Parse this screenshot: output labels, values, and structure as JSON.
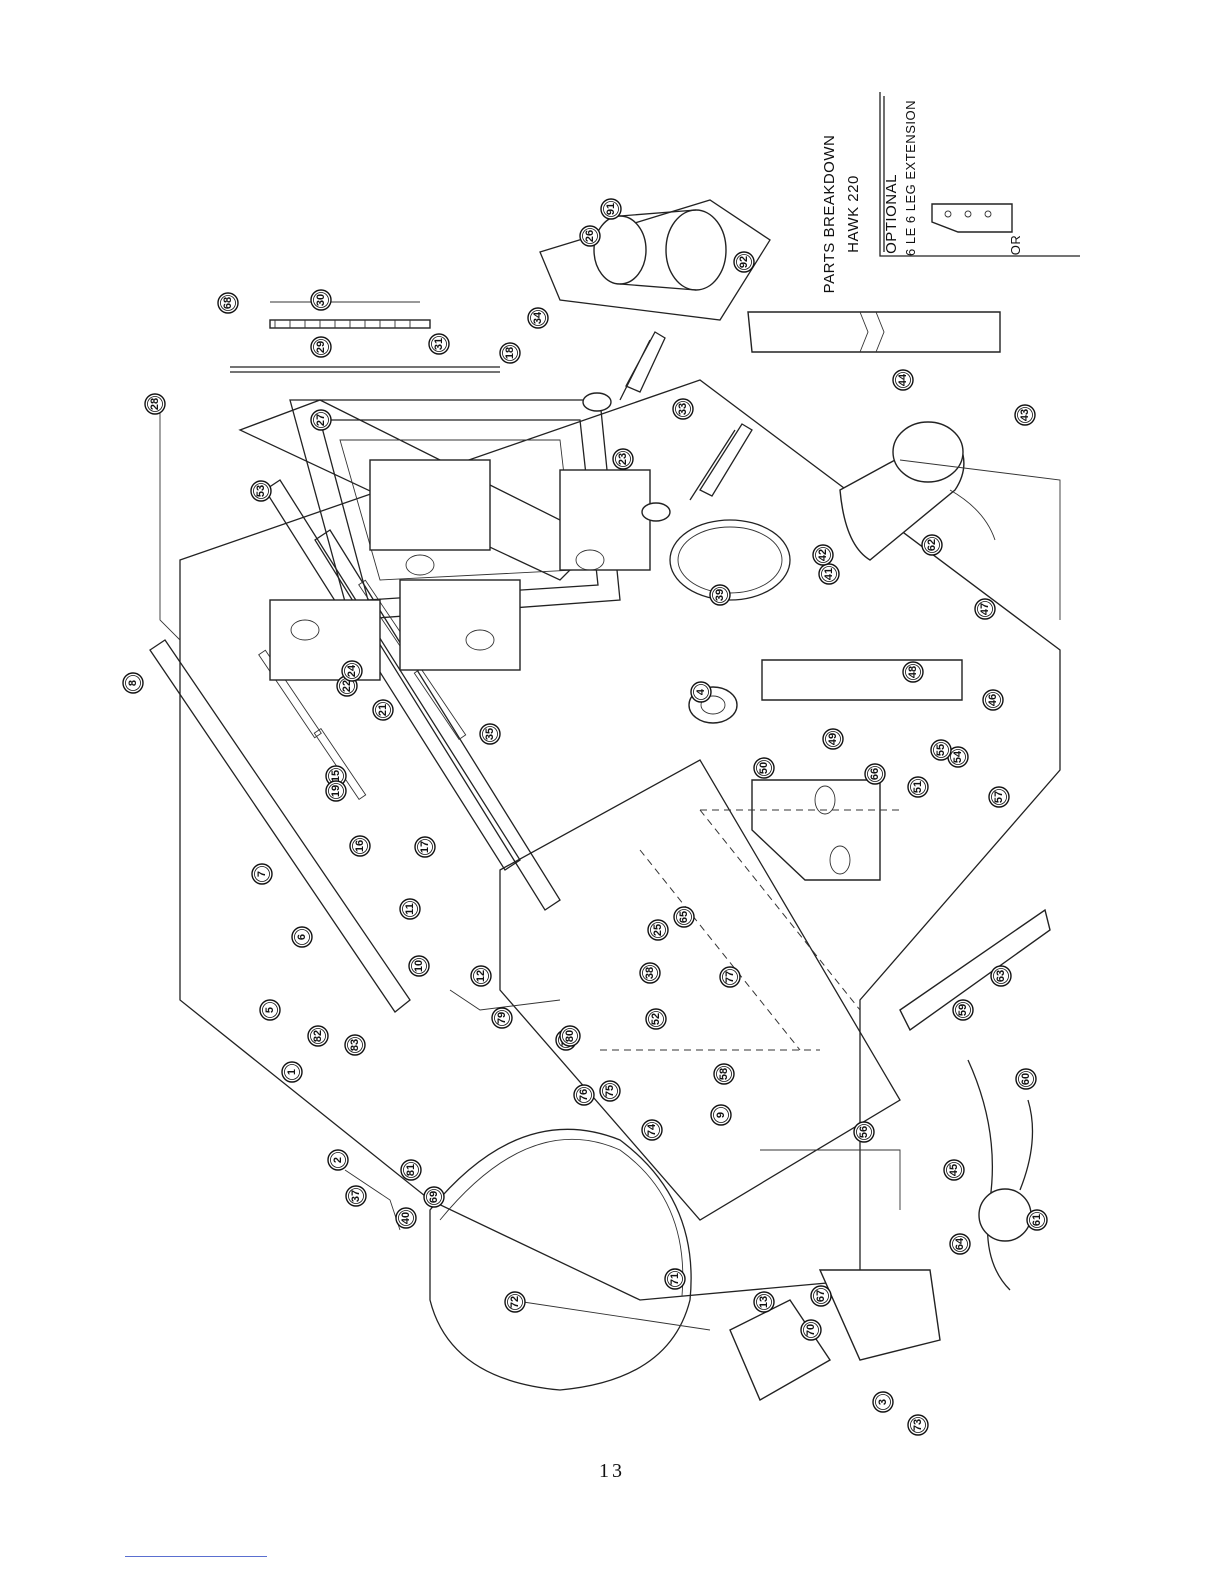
{
  "diagram": {
    "title_lines": [
      "PARTS BREAKDOWN",
      "HAWK 220"
    ],
    "optional_lines": [
      "OPTIONAL",
      "6 LE 6 LEG EXTENSION",
      "OR"
    ],
    "callouts": [
      "1",
      "2",
      "3",
      "4",
      "5",
      "6",
      "7",
      "8",
      "9",
      "10",
      "11",
      "12",
      "13",
      "15",
      "16",
      "17",
      "18",
      "19",
      "21",
      "22",
      "23",
      "24",
      "25",
      "26",
      "27",
      "28",
      "29",
      "30",
      "31",
      "33",
      "34",
      "35",
      "37",
      "38",
      "39",
      "40",
      "41",
      "42",
      "43",
      "44",
      "45",
      "46",
      "47",
      "48",
      "49",
      "50",
      "51",
      "52",
      "53",
      "54",
      "55",
      "56",
      "57",
      "58",
      "59",
      "60",
      "61",
      "62",
      "63",
      "64",
      "65",
      "66",
      "67",
      "68",
      "69",
      "70",
      "71",
      "72",
      "73",
      "74",
      "75",
      "76",
      "77",
      "78",
      "79",
      "80",
      "81",
      "82",
      "83",
      "91",
      "92"
    ]
  },
  "page_number": "13"
}
